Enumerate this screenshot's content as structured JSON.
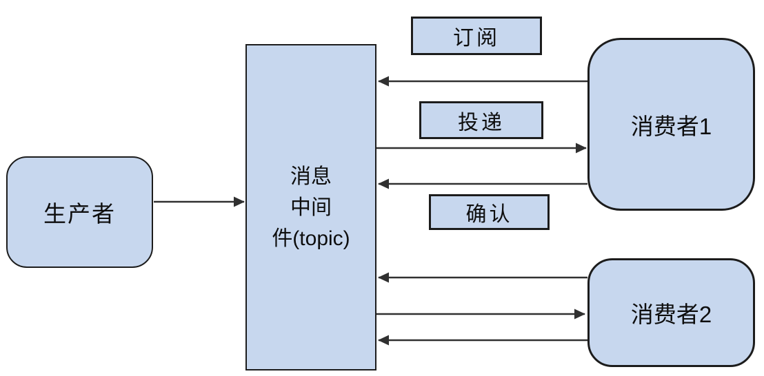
{
  "diagram": {
    "type": "pub-sub-messaging-diagram",
    "nodes": {
      "producer": {
        "label": "生产者"
      },
      "broker": {
        "label": "消息中间件(topic)",
        "lines": [
          "消息",
          "中间",
          "件(topic)"
        ]
      },
      "consumer1": {
        "label": "消费者1"
      },
      "consumer2": {
        "label": "消费者2"
      }
    },
    "edge_labels": {
      "subscribe": "订阅",
      "deliver": "投递",
      "ack": "确认"
    },
    "edges": [
      {
        "from": "producer",
        "to": "broker"
      },
      {
        "from": "consumer1",
        "to": "broker",
        "label": "订阅"
      },
      {
        "from": "broker",
        "to": "consumer1",
        "label": "投递"
      },
      {
        "from": "consumer1",
        "to": "broker",
        "label": "确认"
      },
      {
        "from": "consumer2",
        "to": "broker"
      },
      {
        "from": "broker",
        "to": "consumer2"
      },
      {
        "from": "consumer2",
        "to": "broker"
      }
    ],
    "colors": {
      "node_fill": "#c7d7ee",
      "node_border": "#1c1c1c",
      "arrow": "#303030",
      "text": "#0e0e0e",
      "background": "#ffffff"
    }
  }
}
